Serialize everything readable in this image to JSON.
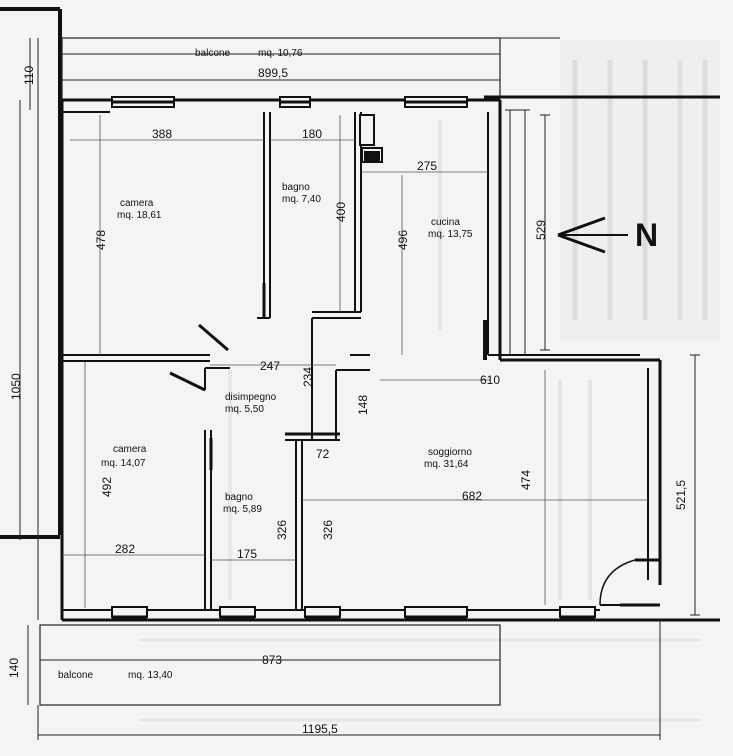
{
  "rooms": {
    "camera_1": {
      "name": "camera",
      "area": "mq. 18,61"
    },
    "bagno_1": {
      "name": "bagno",
      "area": "mq. 7,40"
    },
    "cucina": {
      "name": "cucina",
      "area": "mq. 13,75"
    },
    "camera_2": {
      "name": "camera",
      "area": "mq. 14,07"
    },
    "disimpegno": {
      "name": "disimpegno",
      "area": "mq. 5,50"
    },
    "bagno_2": {
      "name": "bagno",
      "area": "mq. 5,89"
    },
    "soggiorno": {
      "name": "soggiorno",
      "area": "mq. 31,64"
    }
  },
  "balconies": {
    "top": {
      "name": "balcone",
      "area": "mq.  10,76"
    },
    "bottom": {
      "name": "balcone",
      "area": "mq.  13,40"
    }
  },
  "dimensions": {
    "d110": "110",
    "d899": "899,5",
    "d388": "388",
    "d180": "180",
    "d275": "275",
    "d478": "478",
    "d400": "400",
    "d496": "496",
    "d529": "529",
    "d247": "247",
    "d234": "234",
    "d610": "610",
    "d1050": "1050",
    "d148": "148",
    "d72": "72",
    "d492": "492",
    "d474": "474",
    "d682": "682",
    "d5215": "521,5",
    "d326a": "326",
    "d326b": "326",
    "d282": "282",
    "d175": "175",
    "d140": "140",
    "d873": "873",
    "d1195": "1195,5"
  },
  "compass": {
    "letter": "N"
  },
  "colors": {
    "wall": "#111111",
    "line": "#222222",
    "thin": "#555555",
    "background": "#f4f4f2"
  }
}
